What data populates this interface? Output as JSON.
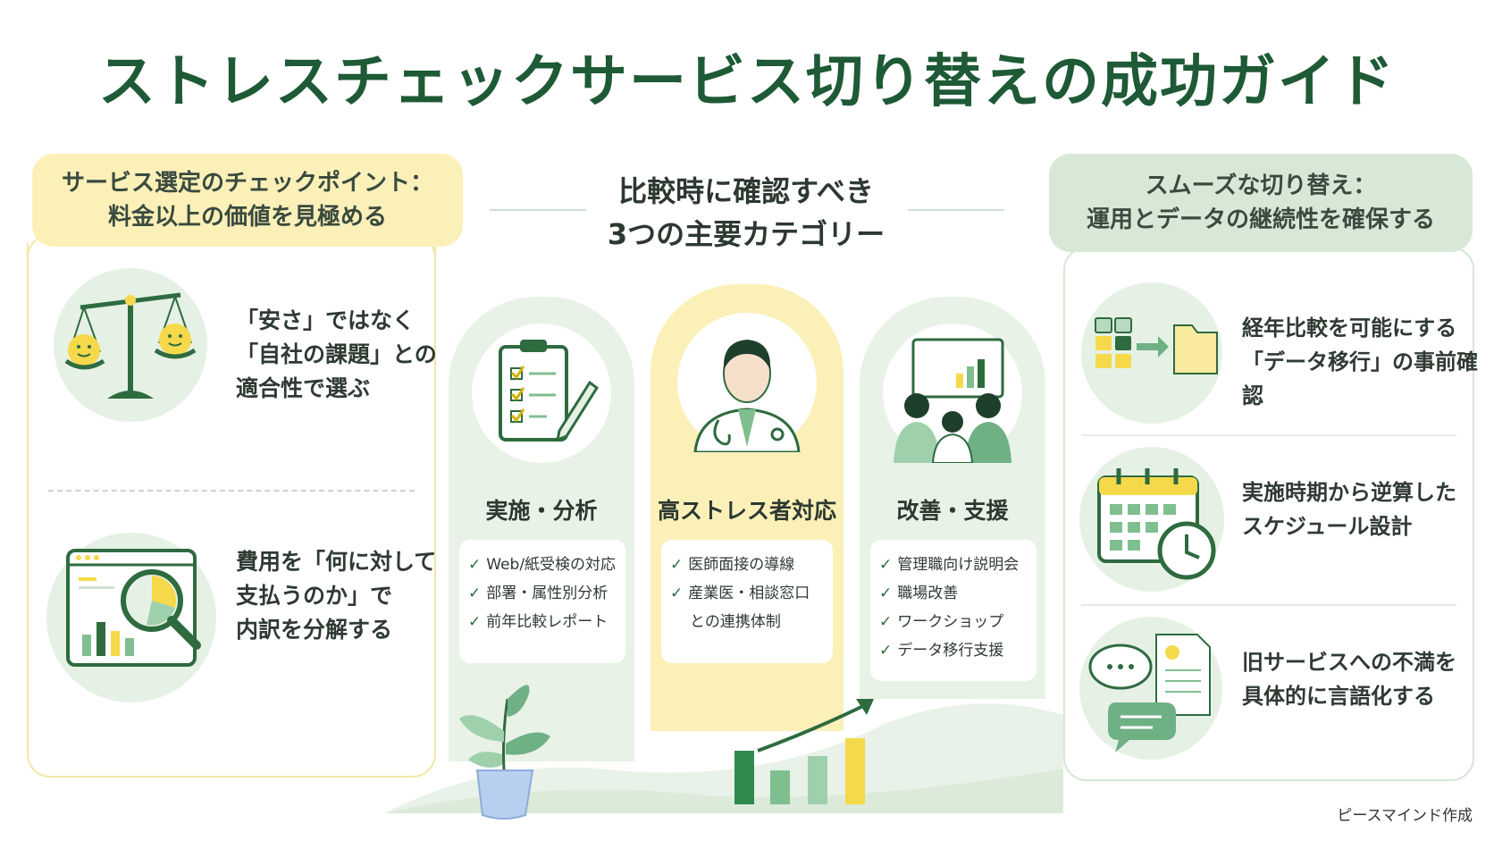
{
  "title": "ストレスチェックサービス切り替えの成功ガイド",
  "left": {
    "header_line1": "サービス選定のチェックポイント：",
    "header_line2": "料金以上の価値を見極める",
    "items": [
      {
        "icon": "balance-scale-icon",
        "lines": [
          "「安さ」ではなく",
          "「自社の課題」との",
          "適合性で選ぶ"
        ]
      },
      {
        "icon": "magnifier-report-icon",
        "lines": [
          "費用を「何に対して",
          "支払うのか」で",
          "内訳を分解する"
        ]
      }
    ]
  },
  "center": {
    "title_line1": "比較時に確認すべき",
    "title_line2": "3つの主要カテゴリー",
    "categories": [
      {
        "label": "実施・分析",
        "icon": "clipboard-check-icon",
        "items": [
          "Web/紙受検の対応",
          "部署・属性別分析",
          "前年比較レポート"
        ]
      },
      {
        "label": "高ストレス者対応",
        "icon": "doctor-icon",
        "items": [
          "医師面接の導線",
          "産業医・相談窓口",
          "との連携体制"
        ]
      },
      {
        "label": "改善・支援",
        "icon": "team-presentation-icon",
        "items": [
          "管理職向け説明会",
          "職場改善",
          "ワークショップ",
          "データ移行支援"
        ]
      }
    ]
  },
  "right": {
    "header_line1": "スムーズな切り替え：",
    "header_line2": "運用とデータの継続性を確保する",
    "items": [
      {
        "icon": "data-transfer-icon",
        "lines": [
          "経年比較を可能にする",
          "「データ移行」の事前確認"
        ]
      },
      {
        "icon": "calendar-clock-icon",
        "lines": [
          "実施時期から逆算した",
          "スケジュール設計"
        ]
      },
      {
        "icon": "speech-document-icon",
        "lines": [
          "旧サービスへの不満を",
          "具体的に言語化する"
        ]
      }
    ]
  },
  "credit": "ピースマインド作成",
  "colors": {
    "green_dark": "#1e5a35",
    "yellow": "#fbf0b8",
    "mint": "#d7e9d6"
  }
}
